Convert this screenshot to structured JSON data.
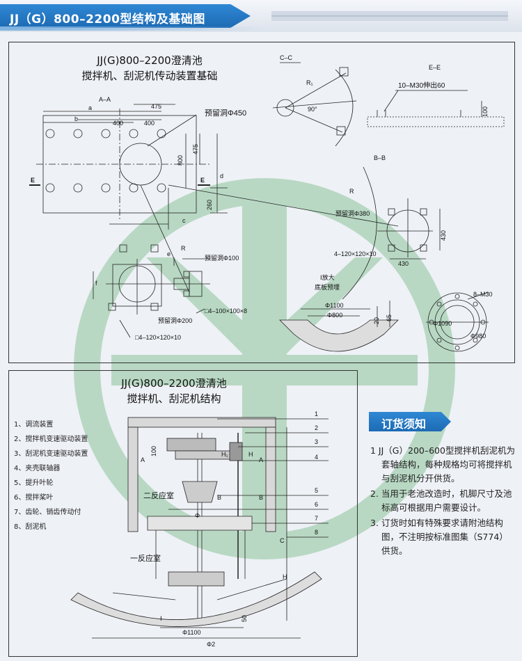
{
  "header": {
    "title": "JJ（G）800–2200型结构及基础图"
  },
  "panel_foundation": {
    "title_line1": "JJ(G)800–2200澄清池",
    "title_line2": "搅拌机、刮泥机传动装置基础",
    "labels": {
      "section_aa": "A–A",
      "a": "a",
      "b": "b",
      "dim_475_top": "475",
      "dim_400_1": "400",
      "dim_400_2": "400",
      "hole_450": "预留洞Φ450",
      "dim_800": "800",
      "dim_475_side": "475",
      "e_left": "E",
      "e_right": "E",
      "d": "d",
      "dim_260": "260",
      "c": "c",
      "r": "R",
      "e_small": "e",
      "f": "f",
      "hole_100": "预留洞Φ100",
      "hole_200": "预留洞Φ200",
      "sq_100": "□4–100×100×8",
      "sq_120": "□4–120×120×10",
      "section_cc": "C–C",
      "r1": "R₁",
      "deg90": "90°",
      "section_ee": "E–E",
      "m30_60": "10–M30伸出60",
      "dim_100": "100",
      "section_bb": "B–B",
      "r_b": "R",
      "hole_380": "预留洞Φ380",
      "dim_430_v": "430",
      "dim_430_h": "430",
      "sq_120b": "4–120×120×10",
      "detail_i": "Ⅰ放大",
      "detail_i2": "底板预埋",
      "d1100": "Φ1100",
      "d800": "Φ800",
      "dim_20": "20",
      "dim_65": "65",
      "m30_8": "8–M30",
      "d1090": "Φ1090",
      "d980": "Φ980"
    }
  },
  "panel_structure": {
    "title_line1": "JJ(G)800–2200澄清池",
    "title_line2": "搅拌机、刮泥机结构",
    "legend": [
      "1、调流装置",
      "2、搅拌机变速驱动装置",
      "3、刮泥机变速驱动装置",
      "4、夹壳联轴器",
      "5、提升叶轮",
      "6、搅拌桨叶",
      "7、齿轮、销齿传动付",
      "8、刮泥机"
    ],
    "labels": {
      "n1": "1",
      "n2": "2",
      "n3": "3",
      "n4": "4",
      "n5": "5",
      "n6": "6",
      "n7": "7",
      "n8": "8",
      "a_left": "A",
      "a_right": "A",
      "dim_100": "100",
      "h1": "H₁",
      "h": "H",
      "second_chamber": "二反应室",
      "b_left": "B",
      "b_right": "B",
      "phi": "Φ",
      "c": "C",
      "first_chamber": "一反应室",
      "h_big": "H",
      "d1100": "Φ1100",
      "d2": "Φ2",
      "dim_50": "50",
      "roman_i": "Ⅰ"
    }
  },
  "notice": {
    "title": "订货须知",
    "items": [
      "1  JJ（G）200–600型搅拌机刮泥机为套轴结构，每种规格均可将搅拌机与刮泥机分开供货。",
      "2. 当用于老池改造时，机脚尺寸及池标高可根据用户需要设计。",
      "3. 订货时如有特殊要求请附池结构图，不注明按标准图集（S774）供货。"
    ]
  },
  "colors": {
    "accent": "#2077c4",
    "watermark": "#8cc59a"
  }
}
